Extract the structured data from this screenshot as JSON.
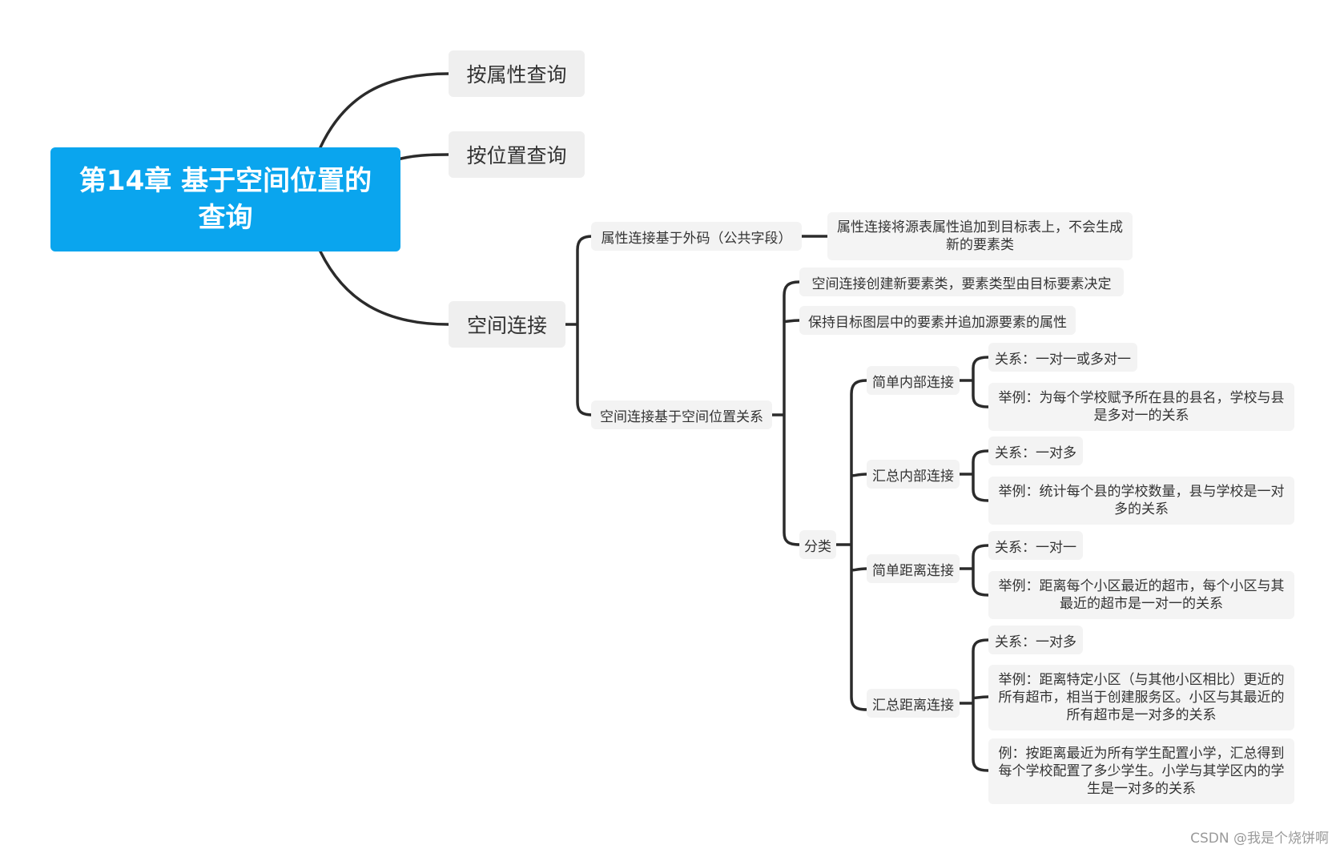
{
  "root": {
    "title": "第14章 基于空间位置的查询"
  },
  "branches": {
    "attr_query": "按属性查询",
    "loc_query": "按位置查询",
    "spatial_join": "空间连接"
  },
  "spatial_join": {
    "attr_join": {
      "label": "属性连接基于外码（公共字段）",
      "desc": "属性连接将源表属性追加到目标表上，不会生成新的要素类"
    },
    "spatial_rel": {
      "label": "空间连接基于空间位置关系",
      "new_class": "空间连接创建新要素类，要素类型由目标要素决定",
      "keep_attrs": "保持目标图层中的要素并追加源要素的属性",
      "category": {
        "label": "分类",
        "simple_inner": {
          "label": "简单内部连接",
          "relation": "关系：一对一或多对一",
          "example": "举例：为每个学校赋予所在县的县名，学校与县是多对一的关系"
        },
        "summary_inner": {
          "label": "汇总内部连接",
          "relation": "关系：一对多",
          "example": "举例：统计每个县的学校数量，县与学校是一对多的关系"
        },
        "simple_distance": {
          "label": "简单距离连接",
          "relation": "关系：一对一",
          "example": "举例：距离每个小区最近的超市，每个小区与其最近的超市是一对一的关系"
        },
        "summary_distance": {
          "label": "汇总距离连接",
          "relation": "关系：一对多",
          "example": "举例：距离特定小区（与其他小区相比）更近的所有超市，相当于创建服务区。小区与其最近的所有超市是一对多的关系",
          "example2": "例：按距离最近为所有学生配置小学，汇总得到每个学校配置了多少学生。小学与其学区内的学生是一对多的关系"
        }
      }
    }
  },
  "watermark": "CSDN @我是个烧饼啊",
  "colors": {
    "root": "#0aa5ee",
    "node": "#efefef",
    "line": "#2b2b2b"
  }
}
